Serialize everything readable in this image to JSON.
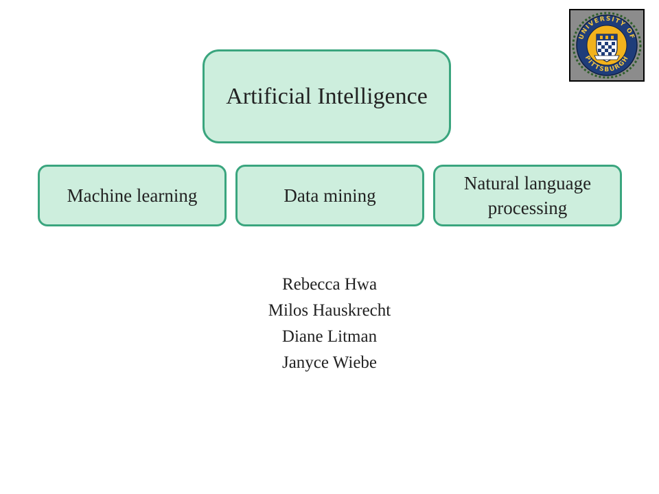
{
  "diagram": {
    "root": {
      "label": "Artificial Intelligence"
    },
    "children": [
      {
        "label": "Machine learning"
      },
      {
        "label": "Data mining"
      },
      {
        "label": "Natural language processing"
      }
    ]
  },
  "authors": [
    "Rebecca Hwa",
    "Milos Hauskrecht",
    "Diane Litman",
    "Janyce Wiebe"
  ],
  "seal": {
    "text_top": "UNIVERSITY OF",
    "text_bottom": "PITTSBURGH",
    "outer_color": "#1f3d7a",
    "inner_color": "#f2b21c"
  },
  "colors": {
    "box_fill": "#cdeedd",
    "box_border": "#3aa57e",
    "text": "#222222"
  }
}
